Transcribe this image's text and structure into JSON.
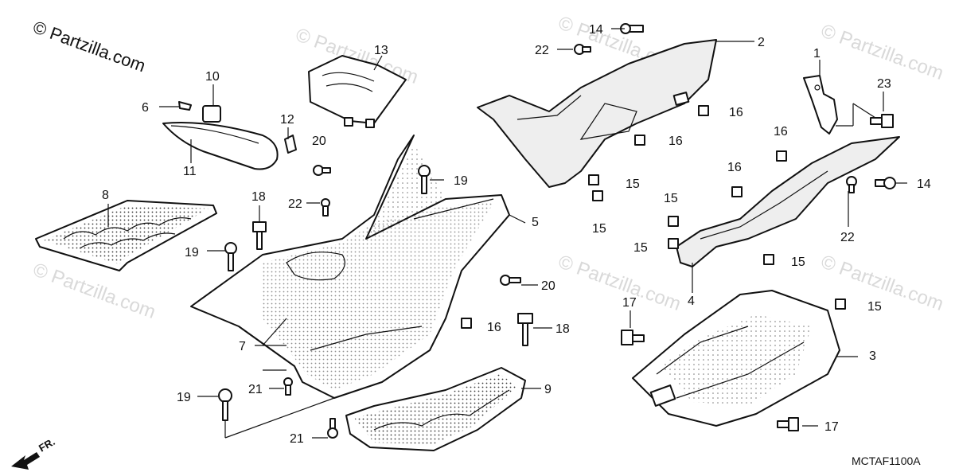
{
  "copyright": "© Partzilla.com",
  "watermark": "© Partzilla.com",
  "diagram_code": "MCTAF1100A",
  "direction_label": "FR.",
  "callouts": {
    "c1": "1",
    "c2": "2",
    "c3": "3",
    "c4": "4",
    "c5": "5",
    "c6": "6",
    "c7": "7",
    "c8": "8",
    "c9": "9",
    "c10": "10",
    "c11": "11",
    "c12": "12",
    "c13": "13",
    "c14a": "14",
    "c14b": "14",
    "c15a": "15",
    "c15b": "15",
    "c15c": "15",
    "c15d": "15",
    "c15e": "15",
    "c15f": "15",
    "c16a": "16",
    "c16b": "16",
    "c16c": "16",
    "c16d": "16",
    "c16e": "16",
    "c17a": "17",
    "c17b": "17",
    "c18a": "18",
    "c18b": "18",
    "c19a": "19",
    "c19b": "19",
    "c19c": "19",
    "c20a": "20",
    "c20b": "20",
    "c21a": "21",
    "c21b": "21",
    "c22a": "22",
    "c22b": "22",
    "c22c": "22",
    "c23": "23"
  }
}
